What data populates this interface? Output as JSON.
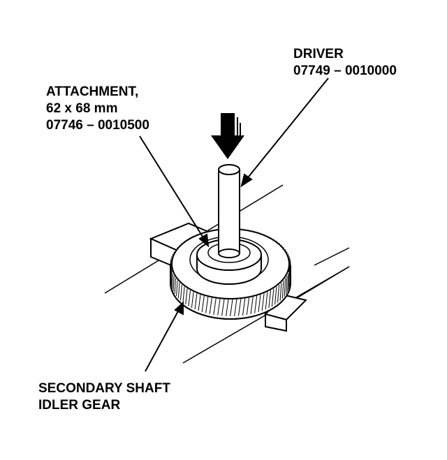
{
  "labels": {
    "driver": {
      "name": "DRIVER",
      "part_number": "07749 – 0010000"
    },
    "attachment": {
      "name": "ATTACHMENT,",
      "size": "62 x 68 mm",
      "part_number": "07746 – 0010500"
    },
    "gear": {
      "line1": "SECONDARY SHAFT",
      "line2": "IDLER GEAR"
    }
  },
  "colors": {
    "ink": "#000000",
    "paper": "#ffffff"
  },
  "icons": {
    "press_direction": "down-arrow-icon"
  }
}
